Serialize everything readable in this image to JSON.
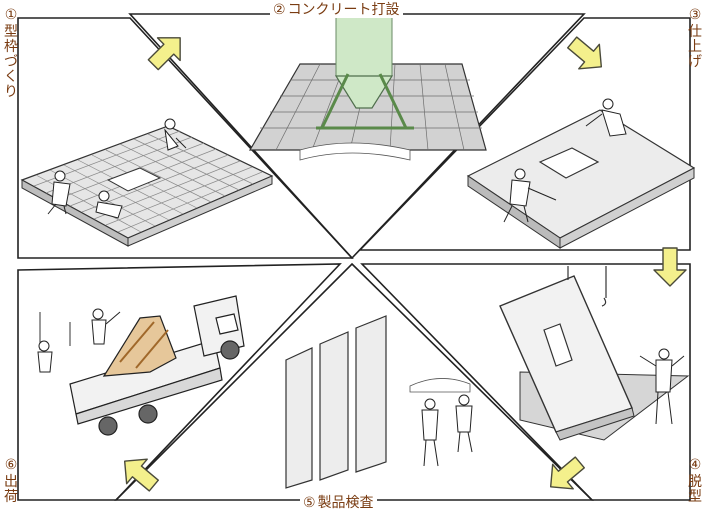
{
  "steps": [
    {
      "number": "①",
      "title": "型枠づくり"
    },
    {
      "number": "②",
      "title": "コンクリート打設"
    },
    {
      "number": "③",
      "title": "仕上げ"
    },
    {
      "number": "④",
      "title": "脱型"
    },
    {
      "number": "⑤",
      "title": "製品検査"
    },
    {
      "number": "⑥",
      "title": "出荷"
    }
  ],
  "colors": {
    "label_text": "#7a3c12",
    "arrow_fill": "#f4f08c",
    "arrow_stroke": "#4a4a3a",
    "frame_stroke": "#222222",
    "panel_fill": "#e8e8e8",
    "grid_line": "#8a8a8a",
    "hopper_green": "#cfe8c7",
    "truck_fill": "#f2f2f2"
  },
  "icons": {
    "arrow": "flow-arrow-icon",
    "worker": "worker-icon",
    "truck": "truck-icon",
    "crane_hook": "crane-hook-icon",
    "hopper": "concrete-hopper-icon"
  }
}
